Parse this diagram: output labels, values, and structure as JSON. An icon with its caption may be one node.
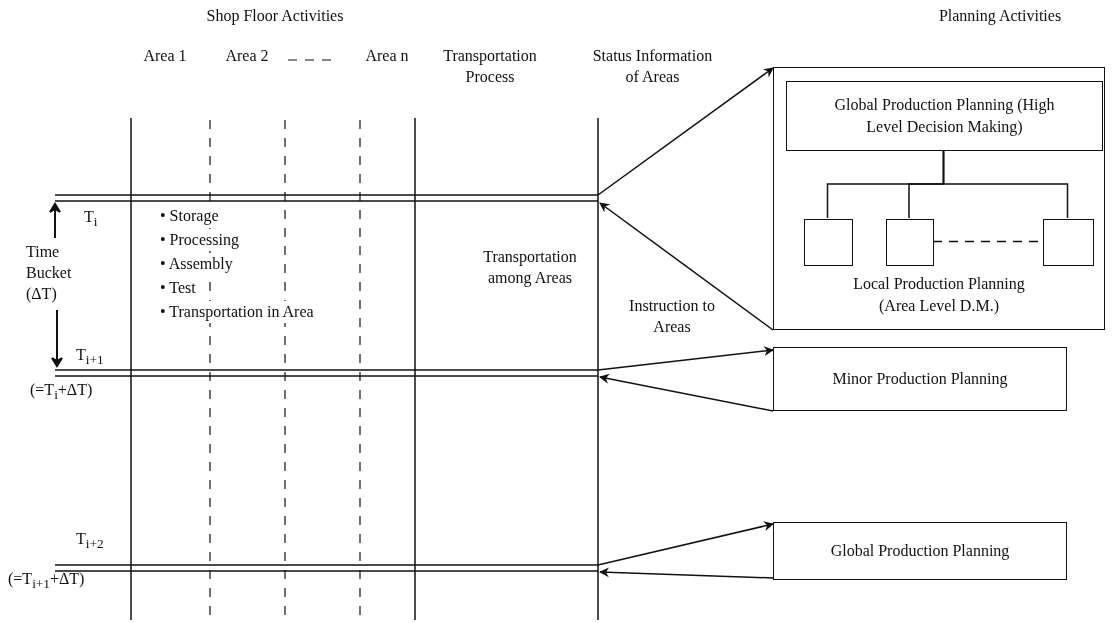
{
  "diagram": {
    "nodes": [
      {
        "text": [
          "Local Production Planning (Area Level D.M.)"
        ]
      },
      {
        "text": [
          "Global Production Planning (High Level Decision Making)"
        ],
        "in": 0
      },
      {
        "text": [],
        "shape": "box",
        "in": 0
      },
      {
        "text": [],
        "shape": "box",
        "in": 0
      },
      {
        "text": [],
        "shape": "box",
        "in": 0
      },
      {
        "text": [
          "Minor Production Planning"
        ]
      },
      {
        "text": [
          "Global Production Planning"
        ]
      }
    ],
    "edges": [
      {
        "from": 1,
        "to": 2,
        "arrow": "none"
      },
      {
        "from": 1,
        "to": 3,
        "arrow": "none"
      },
      {
        "from": 1,
        "to": 4,
        "arrow": "none"
      },
      {
        "from": 3,
        "to": 4,
        "arrow": "none",
        "style": "dashed"
      },
      {
        "from": null,
        "to": 0,
        "arrow": "to"
      },
      {
        "from": 0,
        "to": null,
        "arrow": "to"
      },
      {
        "from": null,
        "to": 5,
        "arrow": "to"
      },
      {
        "from": 5,
        "to": null,
        "arrow": "to"
      },
      {
        "from": null,
        "to": 6,
        "arrow": "to"
      },
      {
        "from": 6,
        "to": null,
        "arrow": "to"
      }
    ],
    "labels": [
      "Shop Floor Activities",
      "Planning Activities",
      "Area 1",
      "Area 2",
      "Area n",
      "Transportation Process",
      "Status Information of Areas",
      "T$_{i}$",
      "• Storage",
      "• Processing",
      "• Assembly",
      "• Test",
      "• Transportation in Area",
      "Time Bucket (ΔT)",
      "Transportation among Areas",
      "Instruction to Areas",
      "T$_{i+1}$",
      "(=T$_{i}$+ΔT)",
      "T$_{i+2}$",
      "(=T$_{i+1}$+ΔT)"
    ]
  }
}
